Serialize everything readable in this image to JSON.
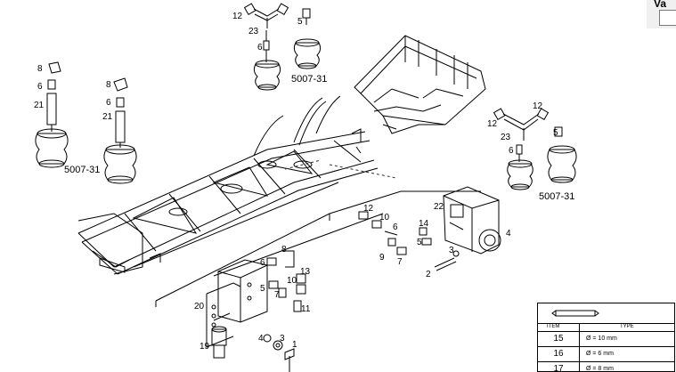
{
  "corner": {
    "label": "Va"
  },
  "callouts": {
    "top_12": "12",
    "top_23": "23",
    "top_5": "5",
    "top_6": "6",
    "top_ref": "5007-31",
    "left1_8": "8",
    "left1_6": "6",
    "left1_21": "21",
    "left2_8": "8",
    "left2_6": "6",
    "left2_21": "21",
    "left_ref": "5007-31",
    "right_12a": "12",
    "right_12b": "12",
    "right_23": "23",
    "right_5": "5",
    "right_6": "6",
    "right_ref": "5007-31",
    "valve_12": "12",
    "valve_10": "10",
    "valve_6": "6",
    "valve_9": "9",
    "valve_7": "7",
    "valve_14": "14",
    "valve_5": "5",
    "valve_22": "22",
    "valve_4": "4",
    "valve_3": "3",
    "valve_2": "2",
    "block_8": "8",
    "block_6": "6",
    "block_5": "5",
    "block_13": "13",
    "block_10": "10",
    "block_7": "7",
    "block_11": "11",
    "block_20": "20",
    "block_19": "19",
    "block_4": "4",
    "block_3": "3",
    "block_1": "1"
  },
  "legend": {
    "col_item": "ITEM",
    "col_type": "TYPE",
    "rows": [
      {
        "item": "15",
        "type": "Ø = 10 mm"
      },
      {
        "item": "16",
        "type": "Ø = 6 mm"
      },
      {
        "item": "17",
        "type": "Ø = 8 mm"
      }
    ]
  }
}
